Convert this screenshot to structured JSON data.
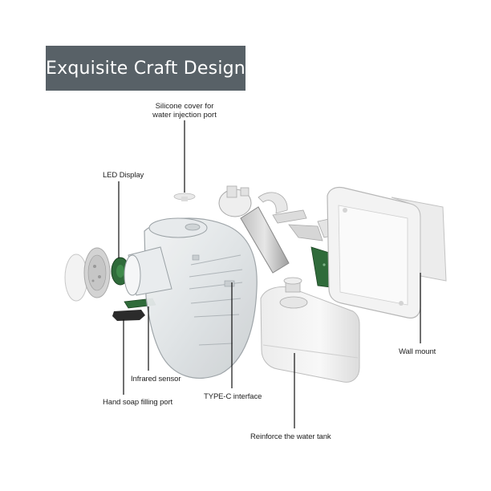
{
  "title": "Exquisite Craft Design",
  "labels": {
    "silicone_cover_line1": "Silicone cover for",
    "silicone_cover_line2": "water injection port",
    "led_display": "LED Display",
    "infrared_sensor": "Infrared sensor",
    "hand_soap_port": "Hand soap filling port",
    "type_c": "TYPE-C interface",
    "water_tank": "Reinforce the water tank",
    "wall_mount": "Wall mount"
  },
  "colors": {
    "banner": "#586167",
    "pcb_green": "#2f6b3a",
    "leader": "#111111"
  }
}
